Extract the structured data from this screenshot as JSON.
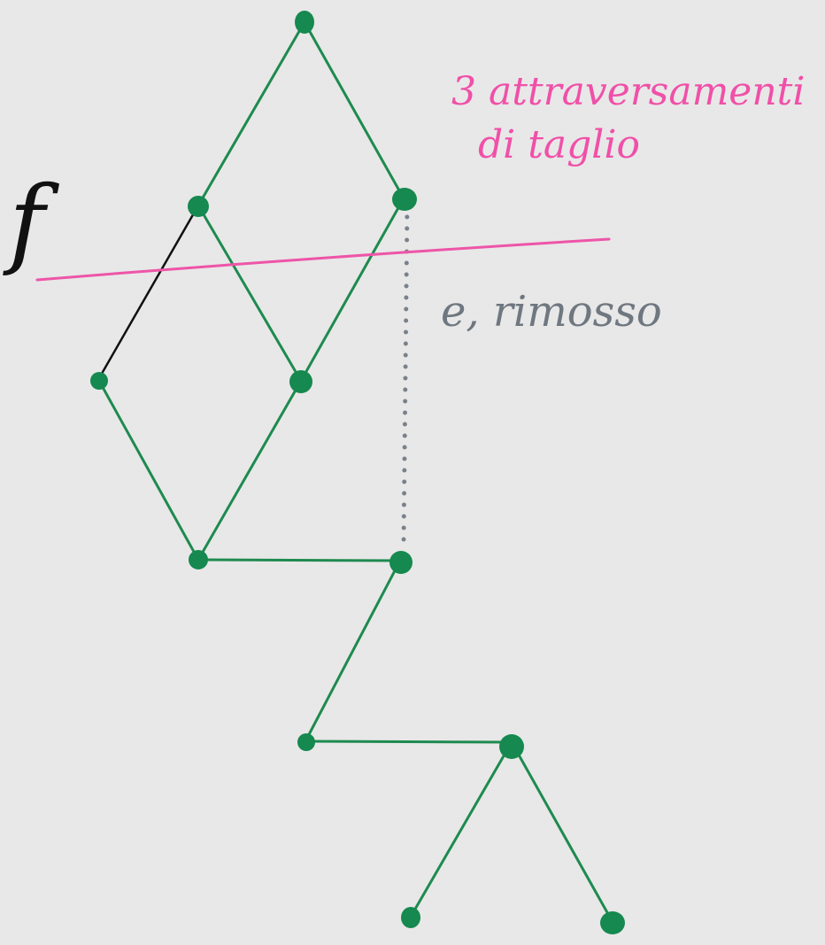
{
  "annotations": {
    "crossings_line1": "3 attraversamenti",
    "crossings_line2": "di taglio",
    "removed_edge": "e, rimosso",
    "edge_f": "f"
  },
  "colors": {
    "background": "#e9e9e9",
    "tree_edge": "#1e8a4f",
    "node": "#15894f",
    "cut_line": "#ee55a8",
    "removed_edge": "#7a8189",
    "edge_f": "#111111",
    "pink_text": "#f050a8",
    "gray_text": "#6f7780"
  }
}
